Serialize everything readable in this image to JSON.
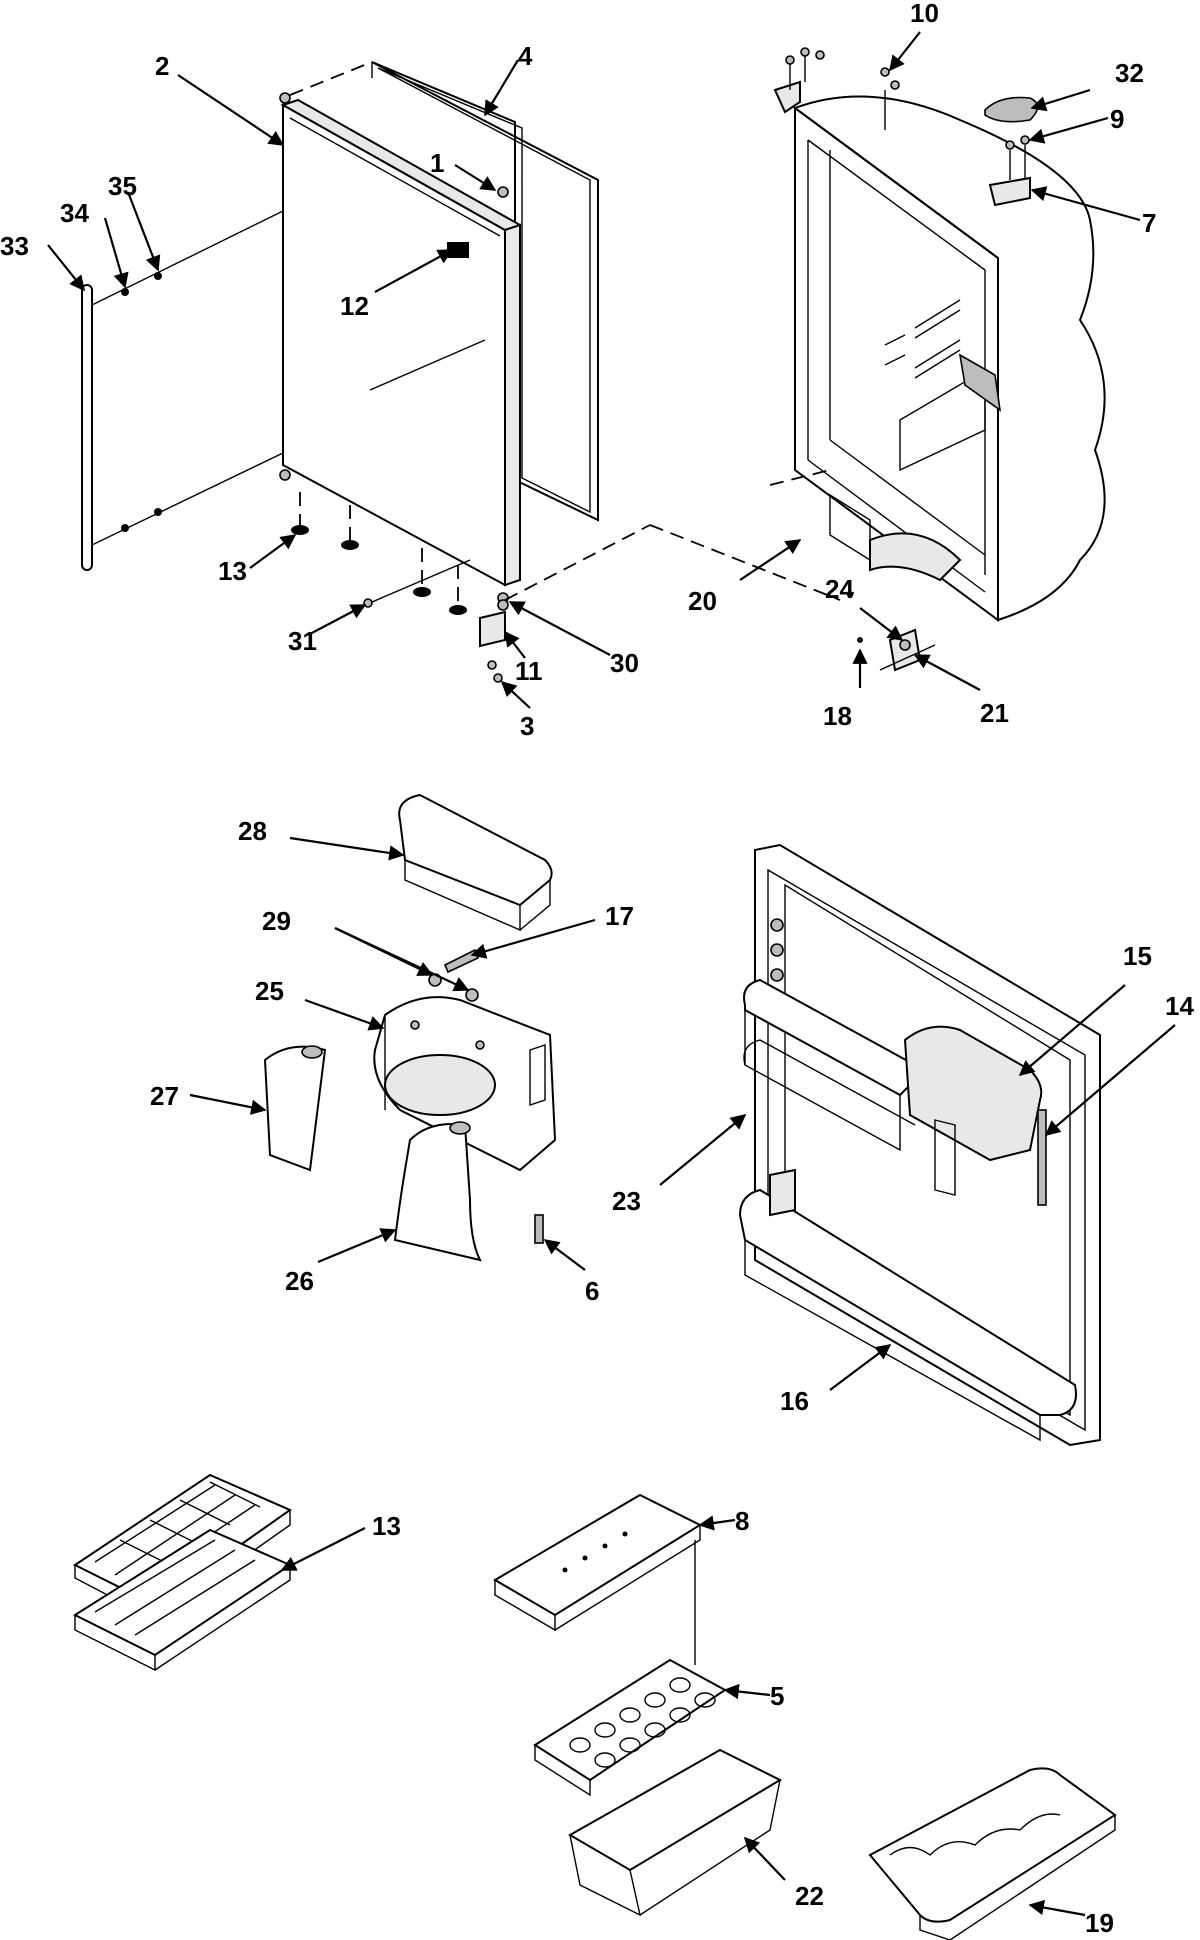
{
  "labels": {
    "p1": "1",
    "p2": "2",
    "p3": "3",
    "p4": "4",
    "p5": "5",
    "p6": "6",
    "p7": "7",
    "p8": "8",
    "p9": "9",
    "p10": "10",
    "p11": "11",
    "p12": "12",
    "p13a": "13",
    "p13b": "13",
    "p14": "14",
    "p15": "15",
    "p16": "16",
    "p17": "17",
    "p18": "18",
    "p19": "19",
    "p20": "20",
    "p21": "21",
    "p22": "22",
    "p23": "23",
    "p24": "24",
    "p25": "25",
    "p26": "26",
    "p27": "27",
    "p28": "28",
    "p29": "29",
    "p30": "30",
    "p31": "31",
    "p32": "32",
    "p33": "33",
    "p34": "34",
    "p35": "35"
  }
}
